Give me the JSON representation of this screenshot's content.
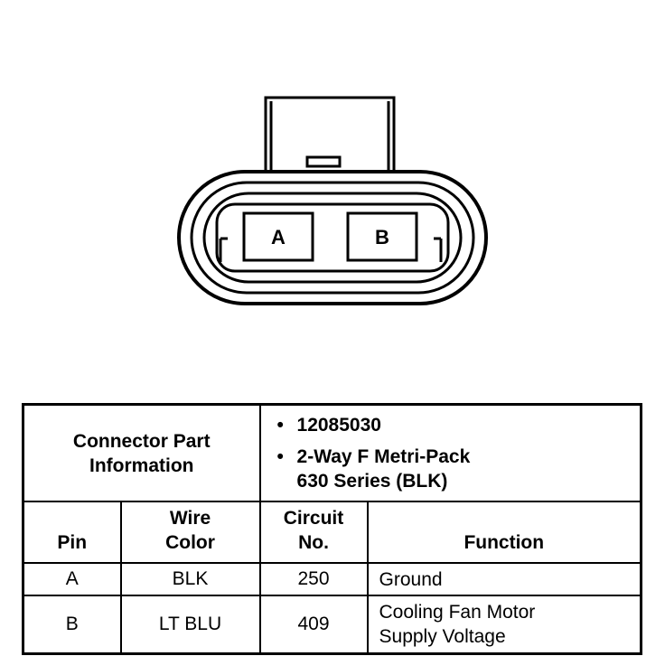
{
  "connector": {
    "pins": [
      {
        "label": "A"
      },
      {
        "label": "B"
      }
    ]
  },
  "table": {
    "part_info_label": "Connector Part Information",
    "part_info_items": [
      "12085030",
      "2-Way F Metri-Pack 630 Series (BLK)"
    ],
    "columns": {
      "pin": "Pin",
      "wire_color": "Wire Color",
      "circuit": "Circuit No.",
      "function": "Function"
    },
    "rows": [
      {
        "pin": "A",
        "wire_color": "BLK",
        "circuit": "250",
        "function": "Ground"
      },
      {
        "pin": "B",
        "wire_color": "LT BLU",
        "circuit": "409",
        "function": "Cooling Fan Motor Supply Voltage"
      }
    ]
  }
}
